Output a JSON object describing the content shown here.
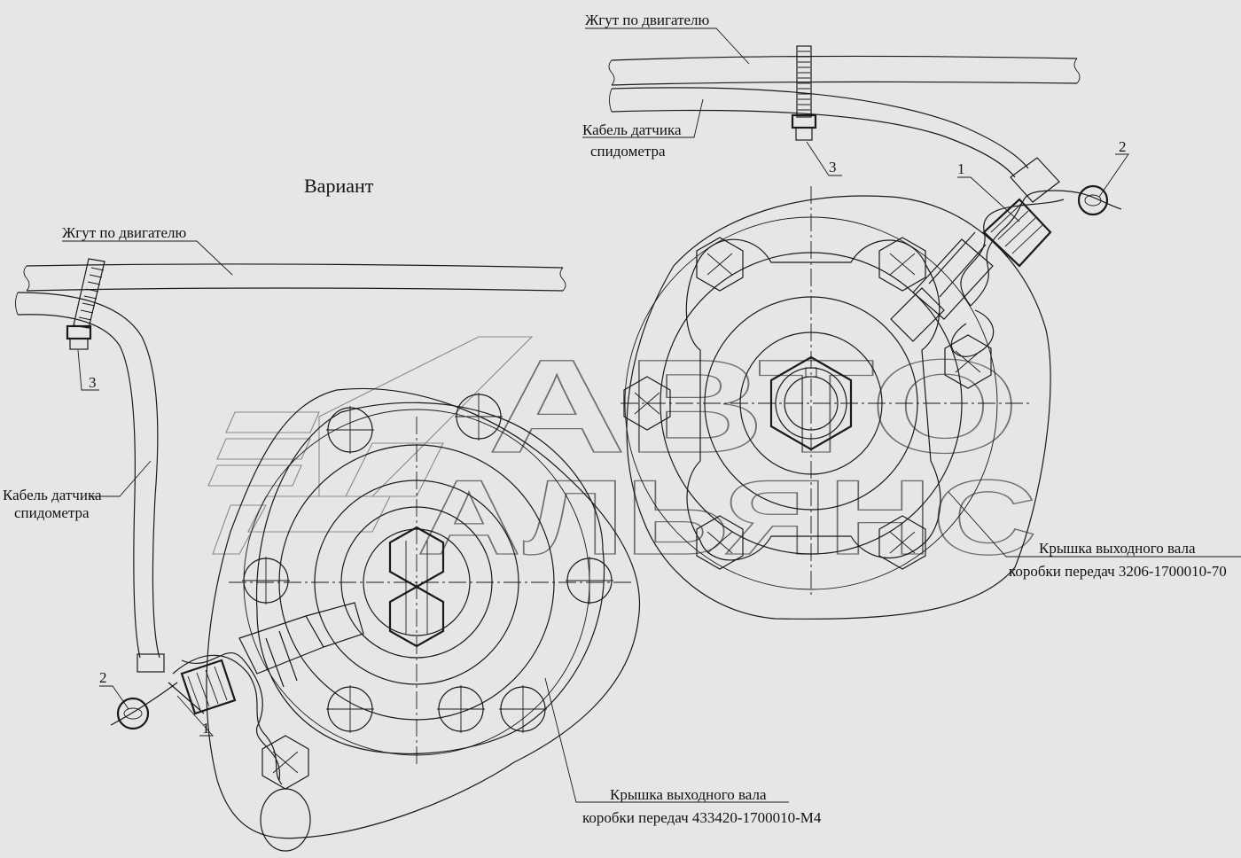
{
  "variant_title": "Вариант",
  "top": {
    "harness_label": "Жгут по двигателю",
    "cable_label_line1": "Кабель датчика",
    "cable_label_line2": "спидометра",
    "clamp_number": "3",
    "connector_number": "1",
    "seal_number": "2",
    "cover_label_line1": "Крышка выходного вала",
    "cover_label_line2": "коробки передач 3206-1700010-70"
  },
  "bottom": {
    "harness_label": "Жгут по двигателю",
    "cable_label_line1": "Кабель датчика",
    "cable_label_line2": "спидометра",
    "clamp_number": "3",
    "connector_number": "1",
    "seal_number": "2",
    "cover_label_line1": "Крышка выходного вала",
    "cover_label_line2": "коробки передач 433420-1700010-М4"
  },
  "watermark": {
    "line1": "АВТО",
    "line2": "АЛЬЯНС"
  },
  "colors": {
    "background": "#e6e6e6",
    "line": "#1a1a1a",
    "watermark": "#7a7a7a"
  }
}
